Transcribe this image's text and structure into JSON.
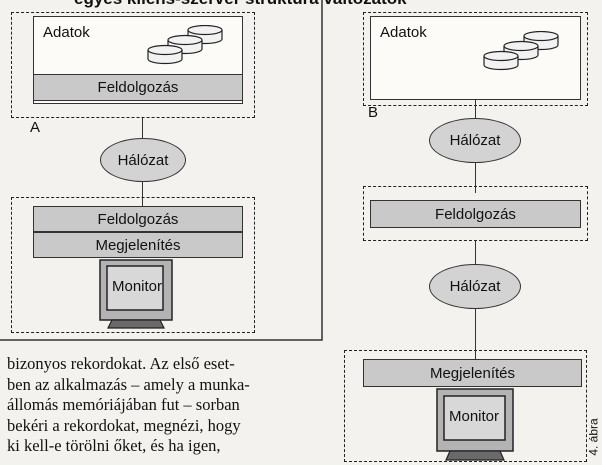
{
  "header": {
    "title": "egyes kliens-szerver struktúra változatok"
  },
  "diagram_a": {
    "id": "A",
    "server": {
      "data_label": "Adatok",
      "processing_label": "Feldolgozás"
    },
    "network_label": "Hálózat",
    "client": {
      "processing_label": "Feldolgozás",
      "display_label": "Megjelenítés",
      "monitor_label": "Monitor"
    }
  },
  "diagram_b": {
    "id": "B",
    "server": {
      "data_label": "Adatok"
    },
    "network_top_label": "Hálózat",
    "middle": {
      "processing_label": "Feldolgozás"
    },
    "network_bottom_label": "Hálózat",
    "client": {
      "display_label": "Megjelenítés",
      "monitor_label": "Monitor"
    }
  },
  "figure_caption": "4. ábra",
  "body_text": [
    "bizonyos rekordokat. Az első eset-",
    "ben az alkalmazás – amely a munka-",
    "állomás memóriájában fut – sorban",
    "bekéri a rekordokat, megnézi, hogy",
    "ki kell-e törölni őket, és ha igen,"
  ]
}
